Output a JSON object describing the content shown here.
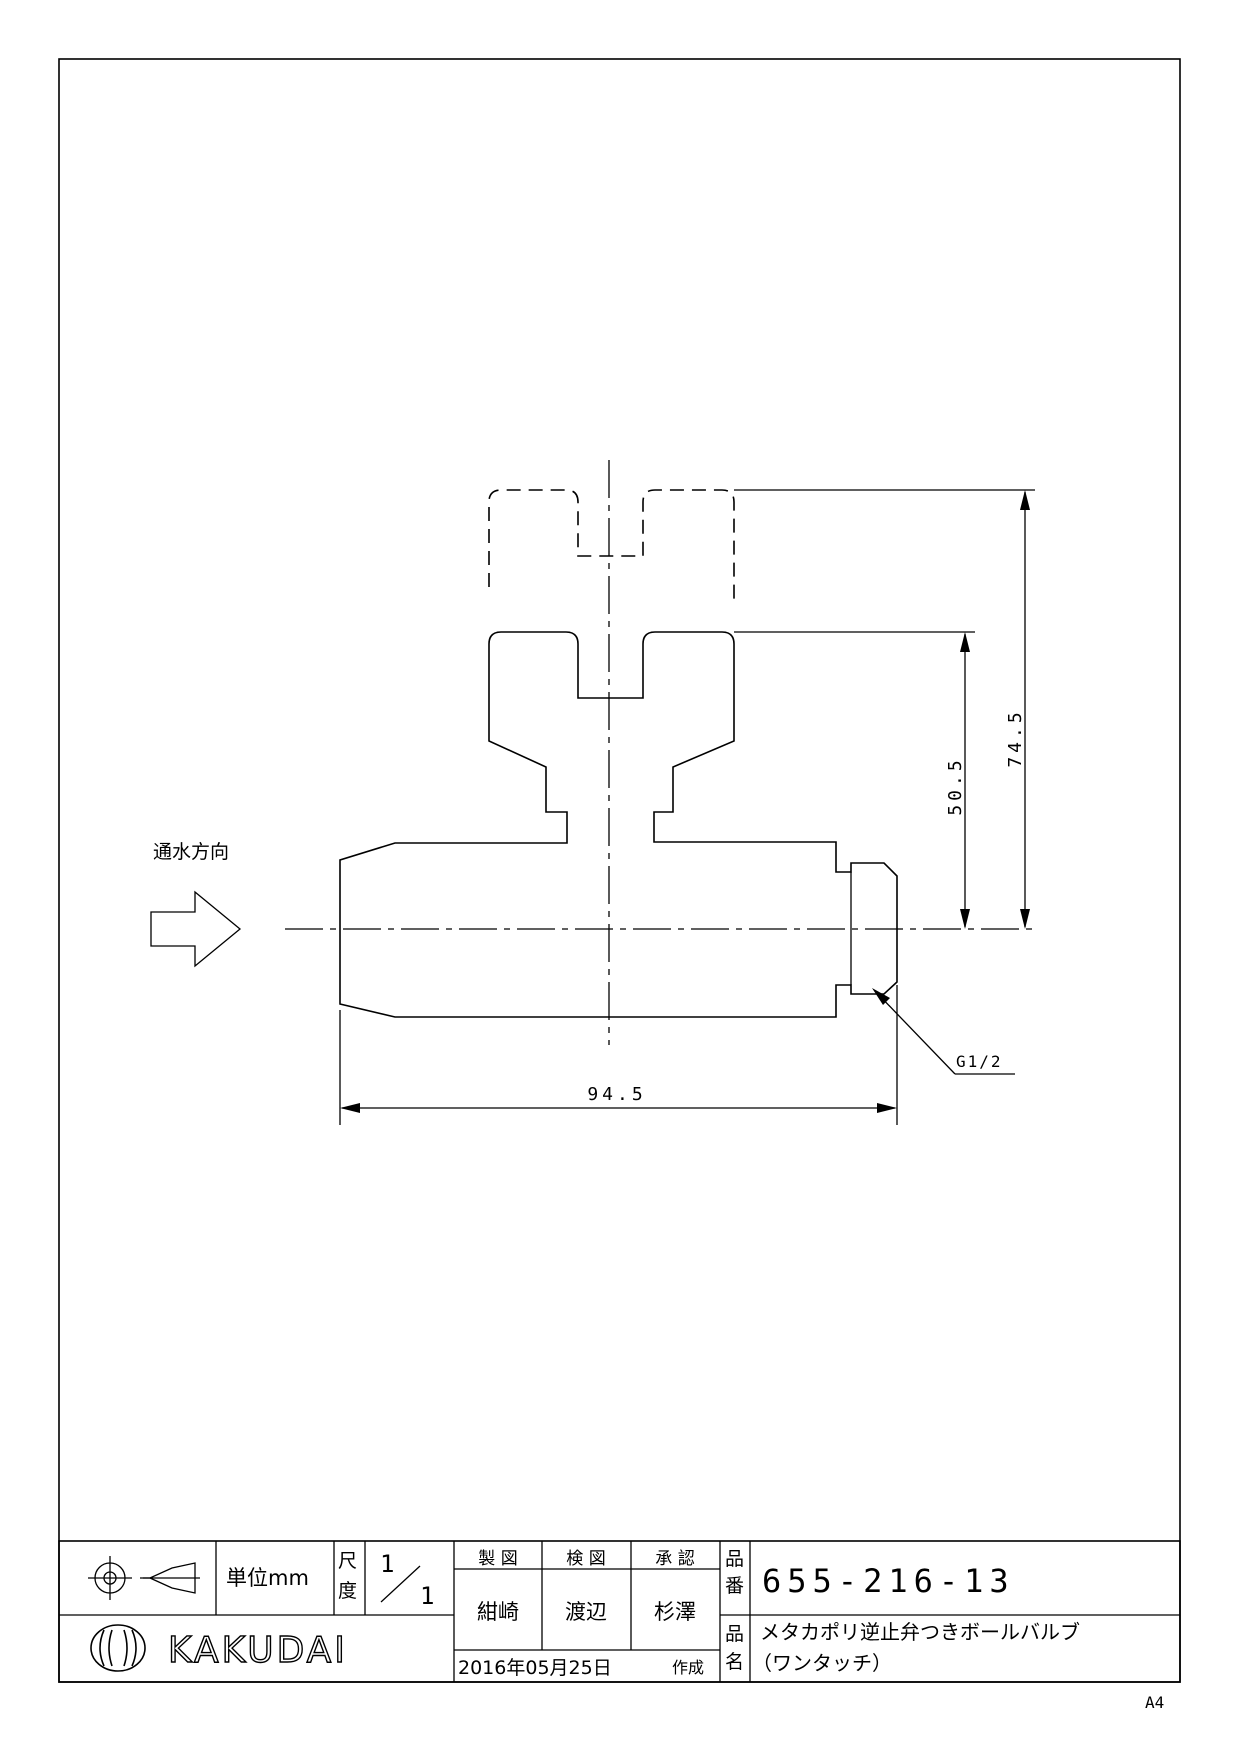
{
  "drawing": {
    "flow_label": "通水方向",
    "dimensions": {
      "height_outer": "74.5",
      "height_inner": "50.5",
      "length": "94.5",
      "thread": "G1/2"
    }
  },
  "title_block": {
    "unit_label": "単位mm",
    "scale_label_1": "尺",
    "scale_label_2": "度",
    "scale_num": "1",
    "scale_den": "1",
    "made_label": "製 図",
    "checked_label": "検 図",
    "approved_label": "承 認",
    "made_by": "紺崎",
    "checked_by": "渡辺",
    "approved_by": "杉澤",
    "part_no_label_1": "品",
    "part_no_label_2": "番",
    "part_no": "655-216-13",
    "part_name_label_1": "品",
    "part_name_label_2": "名",
    "part_name_line1": "メタカポリ逆止弁つきボールバルブ",
    "part_name_line2": "（ワンタッチ）",
    "date": "2016年05月25日",
    "created_label": "作成",
    "brand": "KAKUDAI"
  },
  "paper_size": "A4"
}
